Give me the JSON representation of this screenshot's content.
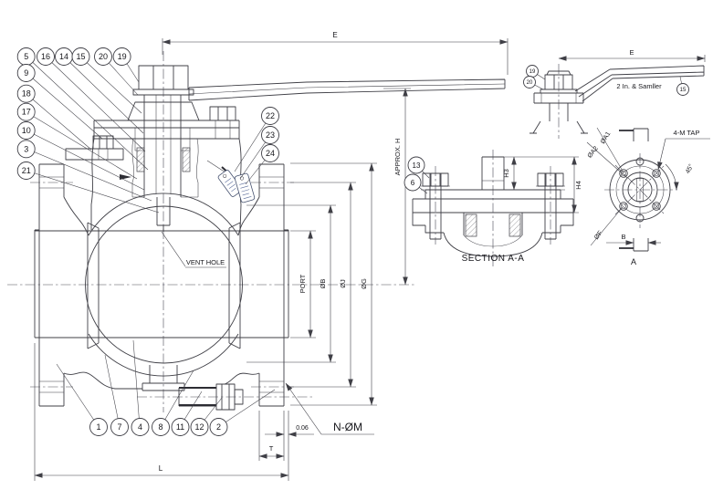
{
  "drawing": {
    "colors": {
      "background": "#ffffff",
      "line": "#3f3f46",
      "text": "#17171c",
      "tag_text": "#5a6b9a"
    },
    "main_view": {
      "callouts_top": [
        "5",
        "16",
        "14",
        "15",
        "20",
        "19"
      ],
      "callouts_left": [
        "9",
        "18",
        "17",
        "10",
        "3",
        "21"
      ],
      "callouts_mid": [
        "22",
        "23",
        "24"
      ],
      "callouts_bottom": [
        "1",
        "7",
        "4",
        "8",
        "11",
        "12",
        "2"
      ],
      "labels": {
        "e": "E",
        "approx_h": "APPROX. H",
        "port": "PORT",
        "dia_b": "ØB",
        "dia_j": "ØJ",
        "dia_g": "ØG",
        "l": "L",
        "t": "T",
        "raised_face": "0.06",
        "bolt_note": "N-ØM",
        "vent": "VENT HOLE"
      }
    },
    "section_view": {
      "title": "SECTION A-A",
      "labels": {
        "h3": "H3",
        "h4": "H4"
      },
      "callouts": [
        "13",
        "6"
      ]
    },
    "detail_view": {
      "labels": {
        "e": "E",
        "note": "2 In. & Samller"
      },
      "callouts": [
        "19",
        "20",
        "15"
      ]
    },
    "flange_view": {
      "labels": {
        "a1": "ØA1",
        "a2": "ØA2",
        "tap": "4-M TAP",
        "angle": "45°",
        "f": "ØF",
        "b": "B",
        "a": "A"
      }
    }
  }
}
